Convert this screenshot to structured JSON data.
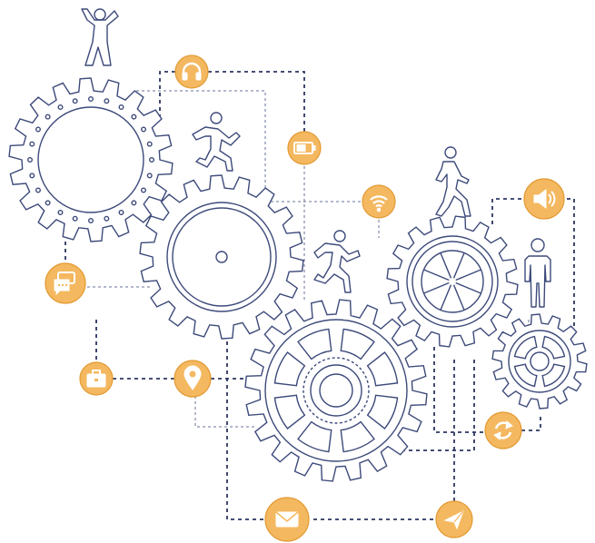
{
  "colors": {
    "gear_stroke": "#3d4a7a",
    "connector": "#2c3560",
    "badge_fill": "#f4b860",
    "badge_stroke": "#e29a32",
    "background": "#ffffff"
  },
  "icons": [
    "headphones-icon",
    "battery-icon",
    "wifi-icon",
    "speaker-icon",
    "chat-icon",
    "briefcase-icon",
    "location-pin-icon",
    "refresh-icon",
    "mail-icon",
    "send-icon"
  ],
  "figures": [
    "cheering-person",
    "running-person",
    "walking-person",
    "running-person-2",
    "standing-person"
  ]
}
